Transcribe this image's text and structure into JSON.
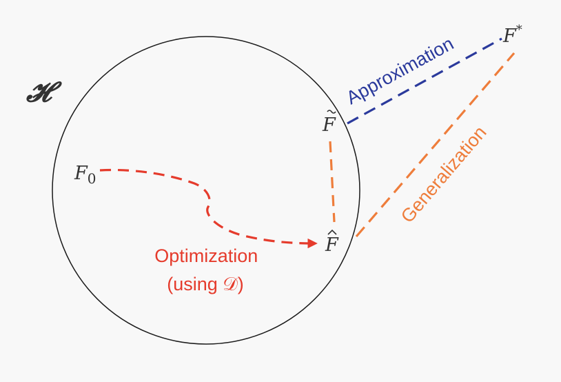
{
  "labels": {
    "space": "𝓗",
    "f0_main": "F",
    "f0_sub": "0",
    "f_tilde": "F",
    "f_hat": "F",
    "f_star_main": "F",
    "f_star_sup": "*",
    "approximation": "Approximation",
    "generalization": "Generalization",
    "optimization_line1": "Optimization",
    "optimization_line2": "(using 𝒟)"
  },
  "colors": {
    "background": "#f8f8f8",
    "circle": "#1a1a1a",
    "approximation": "#2b3a9c",
    "generalization": "#ee7d3b",
    "optimization": "#e53b2c",
    "math_text": "#333333"
  }
}
